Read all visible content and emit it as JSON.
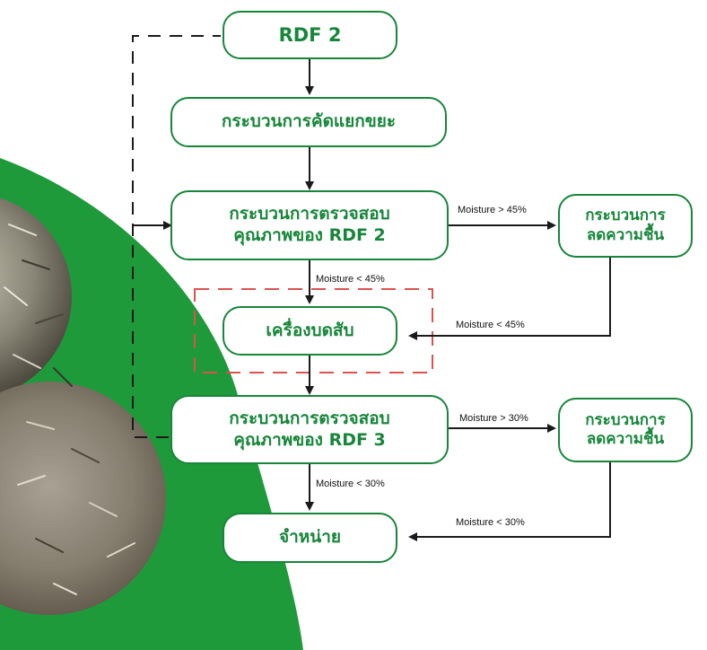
{
  "nodes": {
    "rdf2": {
      "label": "RDF 2"
    },
    "sorting": {
      "label": "กระบวนการคัดแยกขยะ"
    },
    "inspect_rdf2": {
      "line1": "กระบวนการตรวจสอบ",
      "line2": "คุณภาพของ RDF 2"
    },
    "dry_1": {
      "line1": "กระบวนการ",
      "line2": "ลดความชื้น"
    },
    "shredder": {
      "label": "เครื่องบดสับ"
    },
    "inspect_rdf3": {
      "line1": "กระบวนการตรวจสอบ",
      "line2": "คุณภาพของ RDF 3"
    },
    "dry_2": {
      "line1": "กระบวนการ",
      "line2": "ลดความชื้น"
    },
    "sell": {
      "label": "จำหน่าย"
    }
  },
  "edge_labels": {
    "rdf2_over_45": "Moisture > 45%",
    "rdf2_under_45": "Moisture < 45%",
    "dry1_return": "Moisture < 45%",
    "rdf3_over_30": "Moisture > 30%",
    "rdf3_under_30": "Moisture < 30%",
    "dry2_return": "Moisture < 30%"
  },
  "colors": {
    "node_green": "#17863a",
    "background_green": "#1f9a3b",
    "arrow": "#1a1a1a",
    "dashed_highlight": "#d9534f"
  }
}
